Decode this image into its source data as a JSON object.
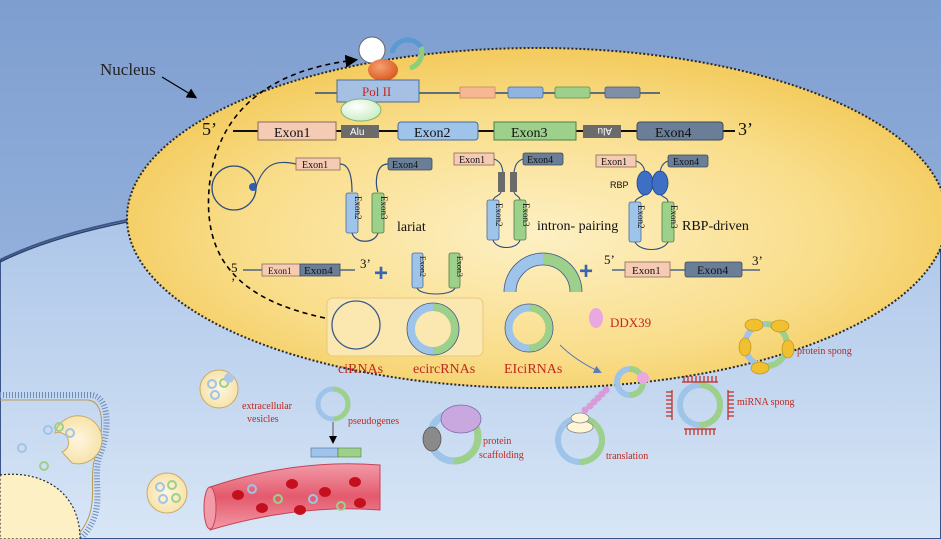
{
  "labels": {
    "nucleus": "Nucleus",
    "pol2": "Pol II",
    "five_prime": "5’",
    "three_prime": "3’",
    "five_prime_small": "5",
    "comma_small": "’",
    "three_prime_small": "3’",
    "exon1": "Exon1",
    "exon2": "Exon2",
    "exon3": "Exon3",
    "exon4": "Exon4",
    "alu": "Alu",
    "alu_flipped": "Alu",
    "lariat": "lariat",
    "intron_pairing": "intron- pairing",
    "rbp": "RBP",
    "rbp_driven": "RBP-driven",
    "cirnas": "ciRNAs",
    "ecircrnas": "ecircRNAs",
    "elcirnas": "EIciRNAs",
    "ddx39": "DDX39",
    "protein_spong": "protein spong",
    "mirna_spong": "miRNA spong",
    "extracellular_vesicles_line1": "extracellular",
    "extracellular_vesicles_line2": "vesicles",
    "pseudogenes": "pseudogenes",
    "protein_scaffolding_line1": "protein",
    "protein_scaffolding_line2": "scaffolding",
    "translation": "translation"
  },
  "colors": {
    "cell_bg": "#aec8ea",
    "outer_bg": "#7e9ed0",
    "nucleus_center": "#fbe6a0",
    "nucleus_edge": "#f3c95b",
    "exon1": "#f6cbb4",
    "exon2": "#9fc4ea",
    "exon3": "#9dd08a",
    "exon4": "#6a7e98",
    "alu": "#6b6b6b",
    "label_red": "#c0281e",
    "rbp": "#3d6fc4",
    "ddx39": "#eaa8e0",
    "vessel": "#e55c6e",
    "protein_yellow": "#f0c030"
  }
}
